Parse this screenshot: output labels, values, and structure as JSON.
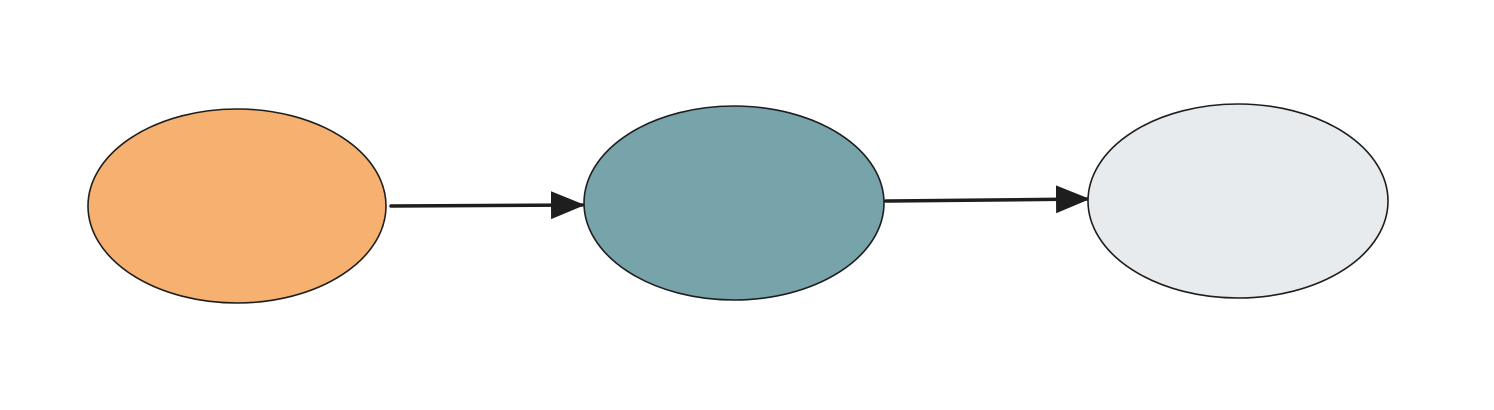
{
  "diagram": {
    "nodes": [
      {
        "id": "node-1",
        "fill": "#F6B171",
        "stroke": "#1E1E1E"
      },
      {
        "id": "node-2",
        "fill": "#77A3AB",
        "stroke": "#1E1E1E"
      },
      {
        "id": "node-3",
        "fill": "#E8EBEE",
        "stroke": "#1E1E1E"
      }
    ],
    "edges": [
      {
        "from": "node-1",
        "to": "node-2",
        "color": "#1E1E1E"
      },
      {
        "from": "node-2",
        "to": "node-3",
        "color": "#1E1E1E"
      }
    ],
    "background": "#FFFFFF"
  }
}
